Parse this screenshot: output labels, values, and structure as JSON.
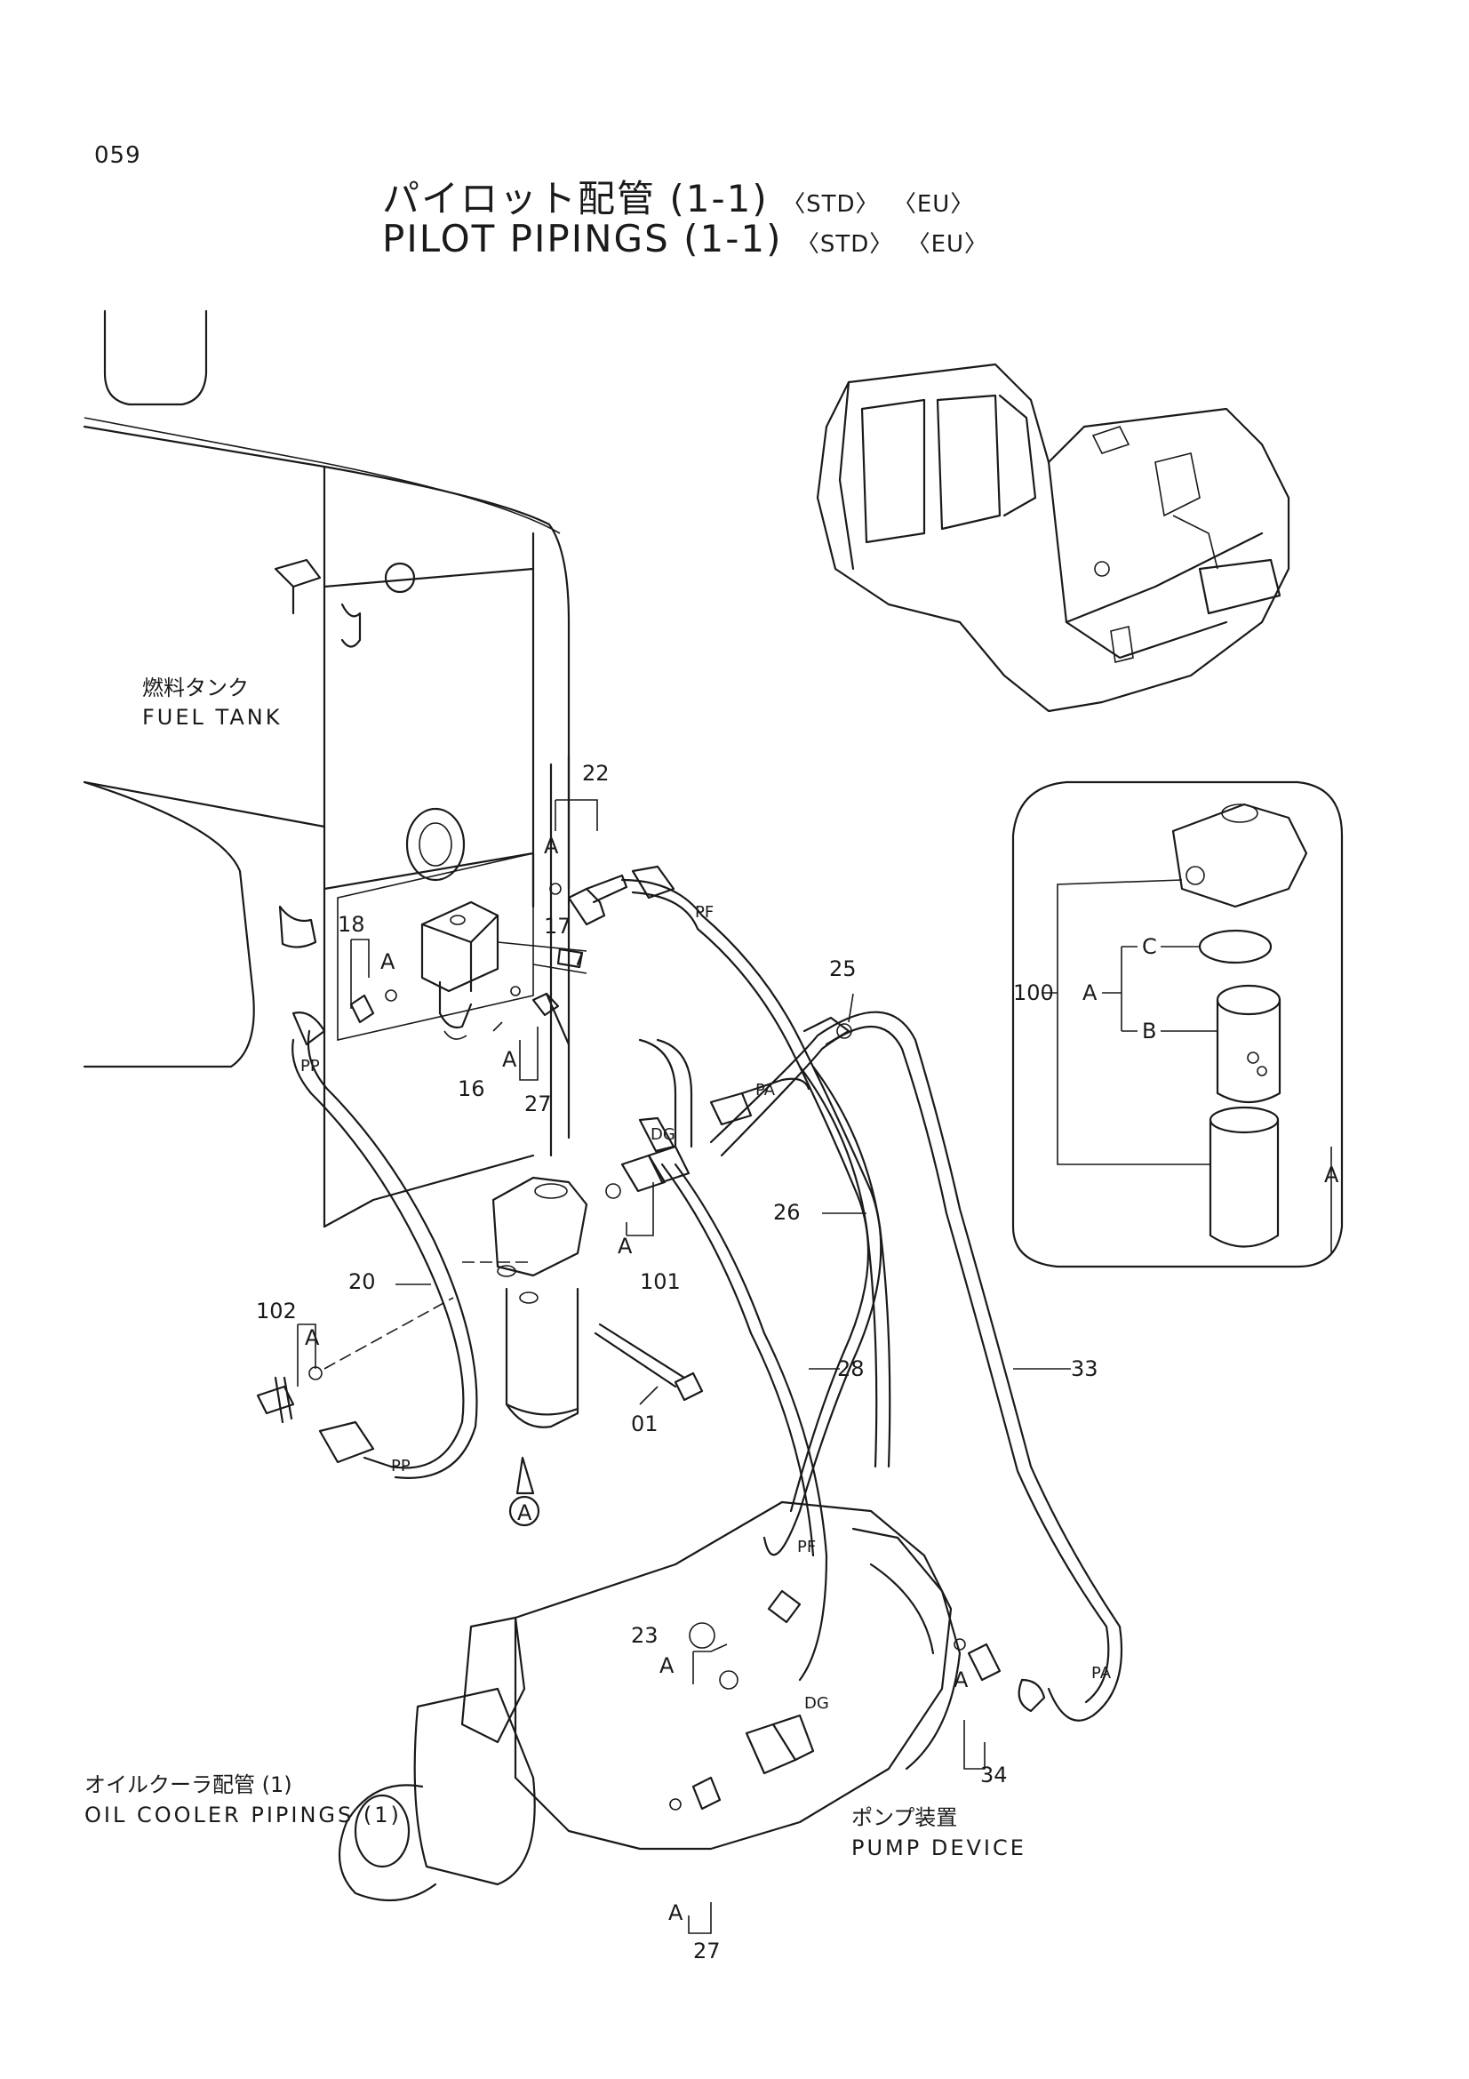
{
  "page_number": "059",
  "title": {
    "jp": "パイロット配管 (1-1)",
    "en": "PILOT PIPINGS (1-1)",
    "tags": [
      "〈STD〉",
      "〈EU〉"
    ]
  },
  "notes": {
    "fuel_tank": {
      "jp": "燃料タンク",
      "en": "FUEL  TANK"
    },
    "oil_cooler": {
      "jp": "オイルクーラ配管 (1)",
      "en": "OIL  COOLER  PIPINGS (1)"
    },
    "pump_device": {
      "jp": "ポンプ装置",
      "en": "PUMP  DEVICE"
    }
  },
  "part_callouts": {
    "p22": "22",
    "p18": "18",
    "p17": "17",
    "p16": "16",
    "p27a": "27",
    "p25": "25",
    "p100": "100",
    "p20": "20",
    "p101": "101",
    "p26": "26",
    "p102": "102",
    "p01": "01",
    "p28": "28",
    "p33": "33",
    "p23": "23",
    "p34": "34",
    "p27b": "27"
  },
  "letter_labels": {
    "a": "A",
    "b": "B",
    "c": "C",
    "circle_a": "A"
  },
  "hose_labels": {
    "pf": "PF",
    "pp": "PP",
    "pa": "PA",
    "dg": "DG"
  }
}
